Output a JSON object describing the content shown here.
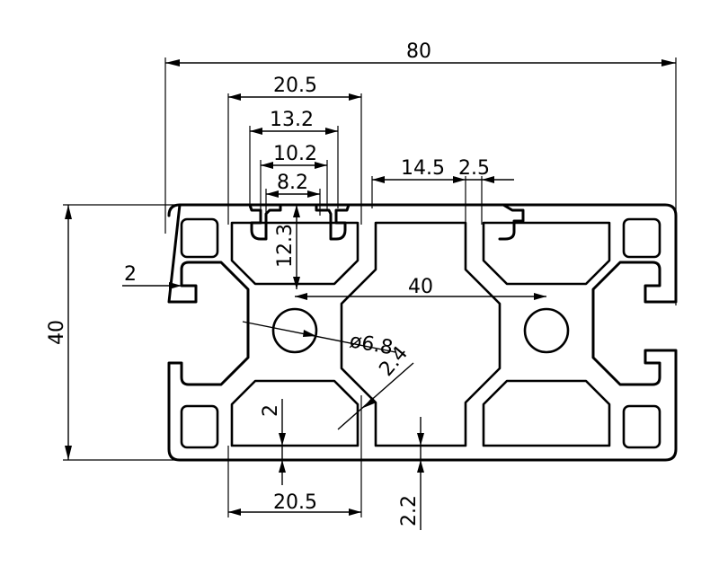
{
  "dimensions": {
    "overall_width": "80",
    "overall_height": "40",
    "slot_outer_width_top": "20.5",
    "slot_width_13": "13.2",
    "slot_width_10": "10.2",
    "slot_opening": "8.2",
    "slot_depth": "12.3",
    "inner_offset": "14.5",
    "lip_thickness": "2.5",
    "wall_thickness": "2",
    "hole_spacing": "40",
    "hole_diameter": "ø6.8",
    "web_thickness": "2.4",
    "bottom_wall": "2",
    "slot_outer_width_bottom": "20.5",
    "bottom_offset": "2.2"
  }
}
